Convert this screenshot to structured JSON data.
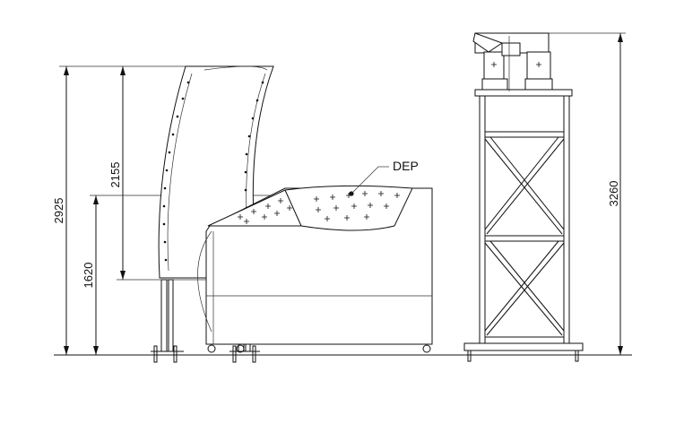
{
  "dimensions": {
    "total_height_left": "2925",
    "screen_height": "2155",
    "desk_height": "1620",
    "truss_height": "3260"
  },
  "labels": {
    "eye_point": "DEP"
  }
}
